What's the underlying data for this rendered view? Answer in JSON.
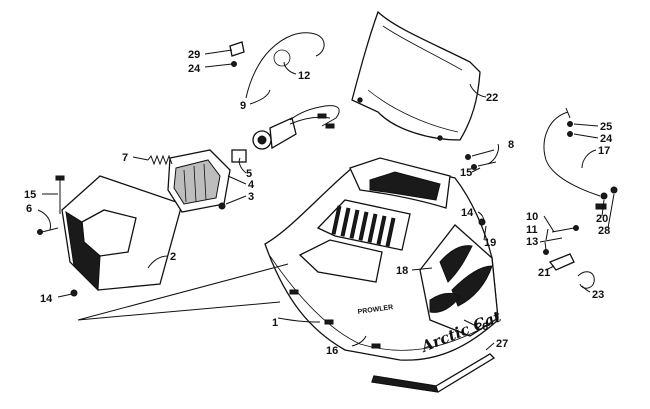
{
  "diagram": {
    "callouts": [
      {
        "id": "c1",
        "text": "1"
      },
      {
        "id": "c2",
        "text": "2"
      },
      {
        "id": "c3",
        "text": "3"
      },
      {
        "id": "c4",
        "text": "4"
      },
      {
        "id": "c5",
        "text": "5"
      },
      {
        "id": "c6",
        "text": "6"
      },
      {
        "id": "c7",
        "text": "7"
      },
      {
        "id": "c8",
        "text": "8"
      },
      {
        "id": "c9",
        "text": "9"
      },
      {
        "id": "c10",
        "text": "10"
      },
      {
        "id": "c11",
        "text": "11"
      },
      {
        "id": "c12",
        "text": "12"
      },
      {
        "id": "c13",
        "text": "13"
      },
      {
        "id": "c14a",
        "text": "14"
      },
      {
        "id": "c14b",
        "text": "14"
      },
      {
        "id": "c15a",
        "text": "15"
      },
      {
        "id": "c15b",
        "text": "15"
      },
      {
        "id": "c16",
        "text": "16"
      },
      {
        "id": "c17",
        "text": "17"
      },
      {
        "id": "c18",
        "text": "18"
      },
      {
        "id": "c19",
        "text": "19"
      },
      {
        "id": "c20",
        "text": "20"
      },
      {
        "id": "c21",
        "text": "21"
      },
      {
        "id": "c22",
        "text": "22"
      },
      {
        "id": "c23",
        "text": "23"
      },
      {
        "id": "c24a",
        "text": "24"
      },
      {
        "id": "c24b",
        "text": "24"
      },
      {
        "id": "c25",
        "text": "25"
      },
      {
        "id": "c26",
        "text": "26"
      },
      {
        "id": "c27",
        "text": "27"
      },
      {
        "id": "c28",
        "text": "28"
      },
      {
        "id": "c29",
        "text": "29"
      }
    ],
    "hood_decal_model": "PROWLER",
    "hood_decal_brand": "Arctic Cat"
  }
}
